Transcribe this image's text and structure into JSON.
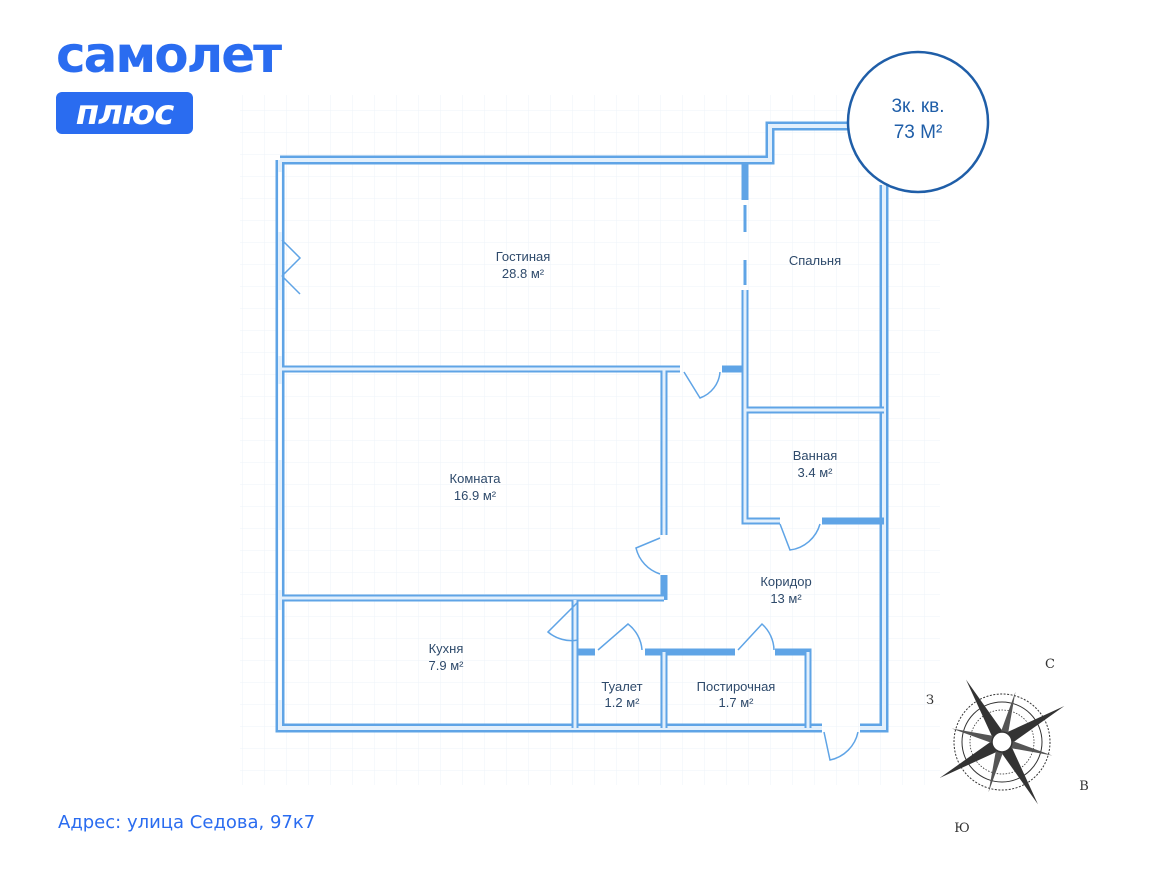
{
  "brand": {
    "name": "самолет",
    "badge": "плюс",
    "color": "#2a6cf0"
  },
  "apartment": {
    "type": "3к. кв.",
    "area": "73 М²"
  },
  "address": "Адрес: улица Седова, 97к7",
  "rooms": [
    {
      "id": "living",
      "name": "Гостиная",
      "area": "28.8 м²"
    },
    {
      "id": "bedroom",
      "name": "Спальня",
      "area": ""
    },
    {
      "id": "room",
      "name": "Комната",
      "area": "16.9 м²"
    },
    {
      "id": "bath",
      "name": "Ванная",
      "area": "3.4 м²"
    },
    {
      "id": "corridor",
      "name": "Коридор",
      "area": "13 м²"
    },
    {
      "id": "kitchen",
      "name": "Кухня",
      "area": "7.9 м²"
    },
    {
      "id": "toilet",
      "name": "Туалет",
      "area": "1.2 м²"
    },
    {
      "id": "laundry",
      "name": "Постирочная",
      "area": "1.7 м²"
    }
  ],
  "compass": {
    "north": "С",
    "east": "В",
    "south": "Ю",
    "west": "З"
  },
  "colors": {
    "wall": "#5fa4e6",
    "wall_fill": "#e3f0fc",
    "accent": "#1f5ea8"
  }
}
